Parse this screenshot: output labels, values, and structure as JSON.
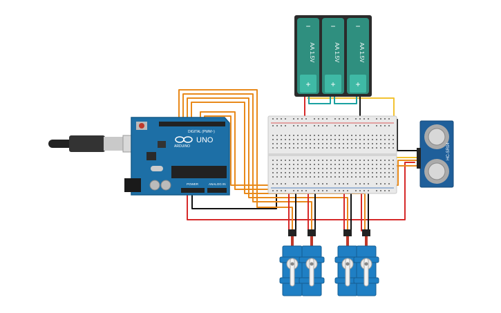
{
  "battery": {
    "cells": [
      {
        "label": "AA 1.5V",
        "minus": "−",
        "plus": "+"
      },
      {
        "label": "AA 1.5V",
        "minus": "−",
        "plus": "+"
      },
      {
        "label": "AA 1.5V",
        "minus": "−",
        "plus": "+"
      }
    ],
    "color": "#2f8f7f"
  },
  "arduino": {
    "model": "UNO",
    "brand": "ARDUINO",
    "header_digital": "DIGITAL (PWM~)",
    "header_power": "POWER",
    "header_analog": "ANALOG IN",
    "board_color": "#1d6fa6"
  },
  "sensor": {
    "model": "HC-SR04",
    "color": "#1f5f9a"
  },
  "wires": {
    "red": "#d62828",
    "black": "#111111",
    "orange": "#e8891a",
    "yellow": "#f2c230",
    "teal": "#1aa1a1"
  },
  "servos": {
    "count": 4,
    "color": "#1f7fc4"
  }
}
